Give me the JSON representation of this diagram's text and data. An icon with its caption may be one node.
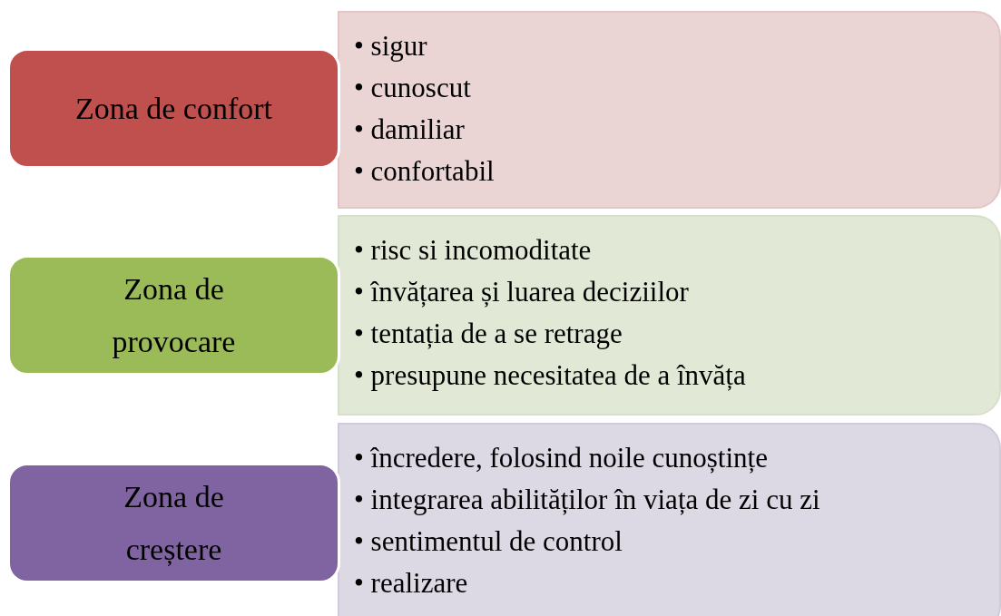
{
  "diagram": {
    "nodes": [
      {
        "text": [
          "• sigur",
          "• cunoscut",
          "• damiliar",
          "• confortabil"
        ]
      },
      {
        "text": [
          "Zona de confort"
        ]
      },
      {
        "text": [
          "• risc si incomoditate",
          "• învățarea și luarea deciziilor",
          "• tentația de a se retrage",
          "• presupune necesitatea de a învăța"
        ]
      },
      {
        "text": [
          "Zona de provocare"
        ]
      },
      {
        "text": [
          "• încredere, folosind noile cunoștințe",
          "• integrarea abilităților în viața de zi cu zi",
          "• sentimentul de control",
          "• realizare"
        ]
      },
      {
        "text": [
          "Zona de creștere"
        ]
      }
    ]
  }
}
